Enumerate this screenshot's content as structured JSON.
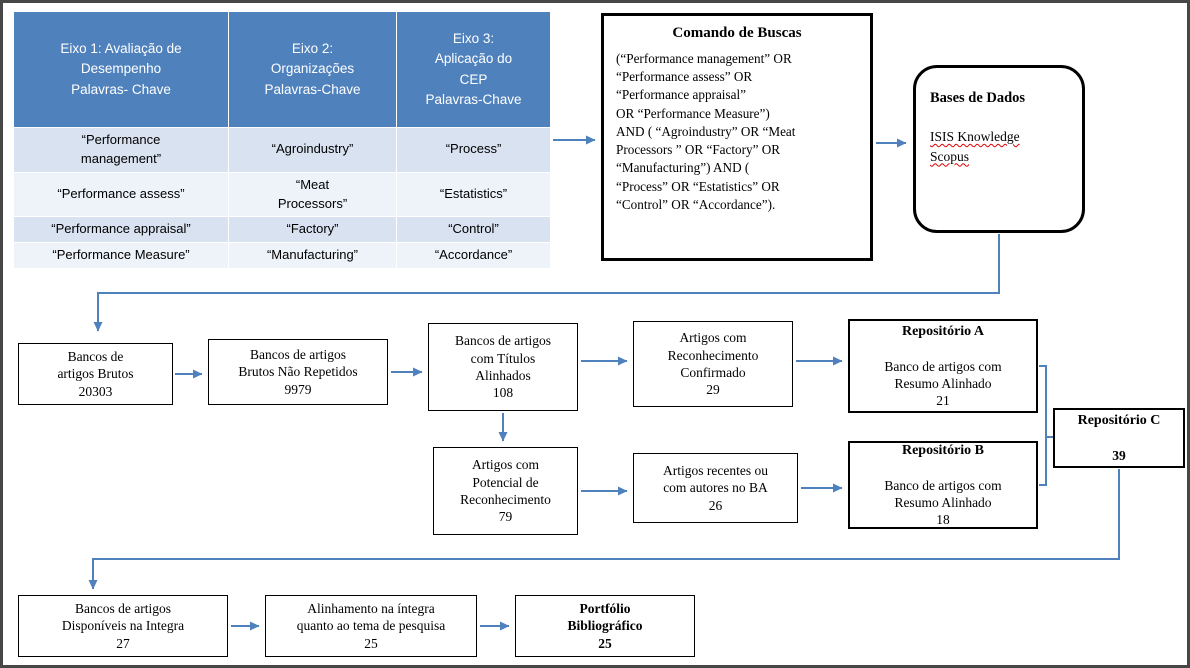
{
  "diagram": {
    "table": {
      "headers": [
        "Eixo 1:  Avaliação de\nDesempenho\nPalavras- Chave",
        "Eixo 2:\nOrganizações\nPalavras-Chave",
        "Eixo 3:\nAplicação do\nCEP\nPalavras-Chave"
      ],
      "rows": [
        [
          "“Performance\nmanagement”",
          "“Agroindustry”",
          "“Process”"
        ],
        [
          "“Performance assess”",
          "“Meat\nProcessors”",
          "“Estatistics”"
        ],
        [
          "“Performance appraisal”",
          "“Factory”",
          "“Control”"
        ],
        [
          "“Performance Measure”",
          "“Manufacturing”",
          "“Accordance”"
        ]
      ]
    },
    "comando": {
      "title": "Comando de Buscas",
      "body": "(“Performance management” OR\n“Performance assess” OR\n“Performance appraisal”\nOR “Performance Measure”)\nAND ( “Agroindustry” OR “Meat\nProcessors ” OR “Factory” OR\n“Manufacturing”) AND (\n“Process” OR “Estatistics” OR\n“Control” OR “Accordance”)."
    },
    "bases": {
      "title": "Bases de Dados",
      "line1": "ISIS Knowledge",
      "line2": "Scopus"
    },
    "boxes": {
      "brutos": "Bancos de\nartigos Brutos\n20303",
      "nao_repetidos": "Bancos de artigos\nBrutos Não Repetidos\n9979",
      "titulos": "Bancos de artigos\ncom Títulos\nAlinhados\n108",
      "confirmado": "Artigos com\nReconhecimento\nConfirmado\n29",
      "potencial": "Artigos com\nPotencial de\nReconhecimento\n79",
      "recentes": "Artigos recentes  ou\ncom autores no BA\n26",
      "integra": "Bancos de artigos\nDisponíveis na Integra\n27",
      "alinhamento": "Alinhamento na íntegra\nquanto ao tema de pesquisa\n25",
      "portfolio": "Portfólio\nBibliográfico\n25"
    },
    "repos": {
      "a_title": "Repositório A",
      "a_body": "Banco de artigos com\nResumo Alinhado\n21",
      "b_title": "Repositório B",
      "b_body": "Banco de artigos com\nResumo Alinhado\n18",
      "c_title": "Repositório C",
      "c_body": "39"
    },
    "colors": {
      "accent_blue": "#4f81bd",
      "table_header_blue": "#4f81bd",
      "band_light": "#d9e2f0",
      "band_lighter": "#eef2f9",
      "spellcheck_red": "#e00000"
    }
  }
}
